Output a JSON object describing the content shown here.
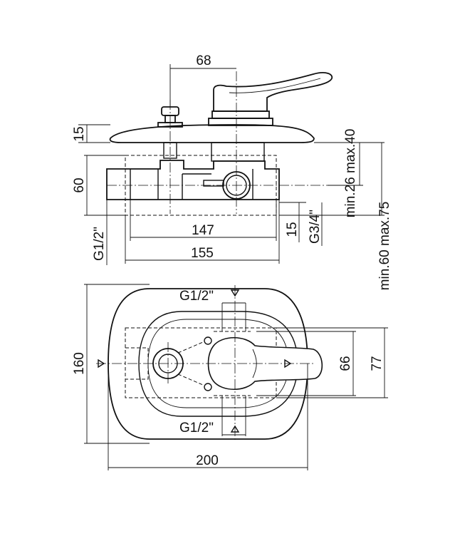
{
  "dimensions": {
    "side": {
      "top_width": "68",
      "plate_thickness": "15",
      "body_height": "60",
      "wall_depth": "min.26 max.40",
      "inlet_thread": "G1/2\"",
      "body_length_inner": "147",
      "body_length_outer": "155",
      "outlet_offset": "15",
      "outlet_thread": "G3/4\"",
      "total_depth": "min.60 max.75"
    },
    "front": {
      "inlet_top": "G1/2\"",
      "inlet_bottom": "G1/2\"",
      "height": "160",
      "inner_height_a": "66",
      "inner_height_b": "77",
      "width": "200"
    }
  }
}
